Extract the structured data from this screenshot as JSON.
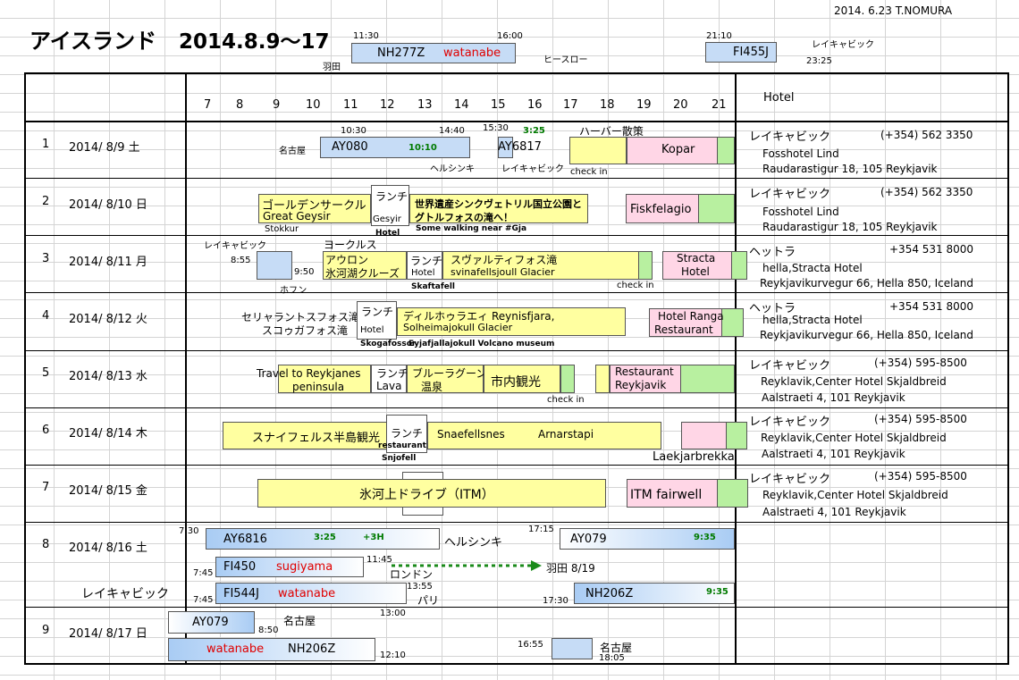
{
  "header": {
    "date_author": "2014. 6.23  T.NOMURA",
    "title": "アイスランド",
    "date_range": "2014.8.9～17"
  },
  "outbound": {
    "dep_time": "11:30",
    "arr_time": "16:00",
    "flight": "NH277Z",
    "traveler": "watanabe",
    "origin": "羽田",
    "via": "ヒースロー",
    "f2_dep": "21:10",
    "f2_flight": "FI455J",
    "f2_dest": "レイキャビック",
    "f2_arr": "23:25"
  },
  "columns": {
    "hours": [
      "7",
      "8",
      "9",
      "10",
      "11",
      "12",
      "13",
      "14",
      "15",
      "16",
      "17",
      "18",
      "19",
      "20",
      "21"
    ],
    "hotel": "Hotel"
  },
  "days": [
    {
      "no": "1",
      "date": "2014/ 8/9 土"
    },
    {
      "no": "2",
      "date": "2014/ 8/10 日"
    },
    {
      "no": "3",
      "date": "2014/ 8/11 月"
    },
    {
      "no": "4",
      "date": "2014/ 8/12 火"
    },
    {
      "no": "5",
      "date": "2014/ 8/13 水"
    },
    {
      "no": "6",
      "date": "2014/ 8/14 木"
    },
    {
      "no": "7",
      "date": "2014/ 8/15 金"
    },
    {
      "no": "8",
      "date": "2014/ 8/16 土"
    },
    {
      "no": "9",
      "date": "2014/ 8/17 日"
    }
  ],
  "hotels": [
    {
      "city": "レイキャビック",
      "tel": "(+354) 562 3350",
      "name": "Fosshotel Lind",
      "addr": "Raudarastigur 18,  105 Reykjavik"
    },
    {
      "city": "レイキャビック",
      "tel": "(+354) 562 3350",
      "name": "Fosshotel Lind",
      "addr": "Raudarastigur 18,  105 Reykjavik"
    },
    {
      "city": "ヘットラ",
      "tel": "+354 531 8000",
      "name": "hella,Stracta Hotel",
      "addr": "Reykjavikurvegur 66, Hella 850, Iceland"
    },
    {
      "city": "ヘットラ",
      "tel": "+354 531 8000",
      "name": "hella,Stracta Hotel",
      "addr": "Reykjavikurvegur 66, Hella 850, Iceland"
    },
    {
      "city": "レイキャビック",
      "tel": "(+354) 595-8500",
      "name": "Reyklavik,Center Hotel Skjaldbreid",
      "addr": "Aalstraeti 4, 101 Reykjavik"
    },
    {
      "city": "レイキャビック",
      "tel": "(+354) 595-8500",
      "name": "Reyklavik,Center Hotel Skjaldbreid",
      "addr": "Aalstraeti 4, 101 Reykjavik"
    },
    {
      "city": "レイキャビック",
      "tel": "(+354) 595-8500",
      "name": "Reyklavik,Center Hotel Skjaldbreid",
      "addr": "Aalstraeti 4, 101 Reykjavik"
    }
  ],
  "d1": {
    "t1": "10:30",
    "t2": "14:40",
    "t3": "15:30",
    "t4": "3:25",
    "nagoya": "名古屋",
    "flight": "AY080",
    "dur": "10:10",
    "helsinki": "ヘルシンキ",
    "ay": "AY6817",
    "reykjavik": "レイキャビック",
    "walk": "ハーバー散策",
    "checkin": "check in",
    "dinner": "Kopar"
  },
  "d2": {
    "golden": "ゴールデンサークル",
    "geysir": "Great Geysir",
    "stokkur": "Stokkur",
    "lunch": "ランチ",
    "lunch_place": "Gesyir",
    "hotel": "Hotel",
    "park": "世界遺産シンクヴェトリル国立公園と",
    "falls": "グトルフォスの滝へ！",
    "walking": "Some walking near #Gja",
    "dinner": "Fiskfelagio"
  },
  "d3": {
    "reyk": "レイキャビック",
    "yokulsa": "ヨークルス",
    "t855": "8:55",
    "t950": "9:50",
    "hofn": "ホフン",
    "aurora1": "アウロン",
    "aurora2": "氷河湖クルーズ",
    "lunch": "ランチ",
    "lunch_place": "Hotel",
    "skafta": "Skaftafell",
    "svart": "スヴァルティフォス滝",
    "glacier": "svinafellsjoull Glacier",
    "checkin": "check in",
    "dinner1": "Stracta",
    "dinner2": "Hotel"
  },
  "d4": {
    "selja": "セリャラントスフォス滝",
    "skoga": "スコゥガフォス滝",
    "lunch": "ランチ",
    "lunch_place": "Hotel",
    "skogafoss": "Skogafossor",
    "dyr": "ディルホゥラエィ  Reynisfjara,",
    "solh": "Solheimajokull Glacier",
    "eyja": "Eyjafjallajokull Volcano museum",
    "dinner1": "Hotel  Ranga",
    "dinner2": "Restaurant"
  },
  "d5": {
    "trav": "Travel to Reykjanes",
    "pen": "peninsula",
    "lunch": "ランチ",
    "lava": "Lava",
    "blue": "ブルーラグーン",
    "onsen": "温泉",
    "city": "市内観光",
    "checkin": "check in",
    "dinner1": "Restaurant",
    "dinner2": "Reykjavik"
  },
  "d6": {
    "snae": "スナイフェルス半島観光",
    "lunch": "ランチ",
    "rest": "restaurant",
    "snjo": "Snjofell",
    "snaefell": "Snaefellsnes",
    "arnar": "Arnarstapi",
    "laek": "Laekjarbrekka"
  },
  "d7": {
    "drive": "氷河上ドライブ（ITM）",
    "dinner": "ITM fairwell"
  },
  "d8": {
    "reyk": "レイキャビック",
    "t730": "7:30",
    "ay": "AY6816",
    "dur": "3:25",
    "plus": "+3H",
    "helsinki": "ヘルシンキ",
    "t1715": "17:15",
    "ay079": "AY079",
    "t935": "9:35",
    "t745": "7:45",
    "fi450": "FI450",
    "sugi": "sugiyama",
    "t1145": "11:45",
    "london": "ロンドン",
    "haneda": "羽田  8/19",
    "t745b": "7:45",
    "fi544": "FI544J",
    "wata": "watanabe",
    "t1355": "13:55",
    "paris": "パリ",
    "t1730": "17:30",
    "nh206": "NH206Z",
    "t935b": "9:35"
  },
  "d9": {
    "t1300": "13:00",
    "ay079": "AY079",
    "nagoya": "名古屋",
    "t850": "8:50",
    "wata": "watanabe",
    "nh206": "NH206Z",
    "t1210": "12:10",
    "t1655": "16:55",
    "nagoya2": "名古屋",
    "t1805": "18:05"
  }
}
